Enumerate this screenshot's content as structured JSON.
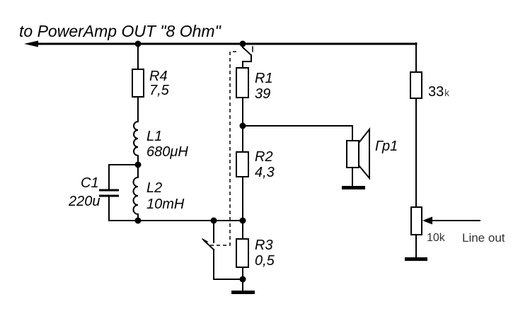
{
  "title": "to PowerAmp OUT \"8 Ohm\"",
  "components": {
    "r4": {
      "ref": "R4",
      "value": "7,5"
    },
    "l1": {
      "ref": "L1",
      "value": "680μH"
    },
    "c1": {
      "ref": "C1",
      "value": "220u"
    },
    "l2": {
      "ref": "L2",
      "value": "10mH"
    },
    "r1": {
      "ref": "R1",
      "value": "39"
    },
    "r2": {
      "ref": "R2",
      "value": "4,3"
    },
    "r3": {
      "ref": "R3",
      "value": "0,5"
    },
    "speaker": {
      "ref": "Гр1"
    },
    "r5": {
      "value": "33",
      "unit": "k"
    },
    "pot": {
      "value": "10k"
    },
    "lineout": {
      "label": "Line out"
    }
  },
  "colors": {
    "wire": "#000000",
    "background": "#ffffff",
    "annotation_text": "#333333"
  }
}
